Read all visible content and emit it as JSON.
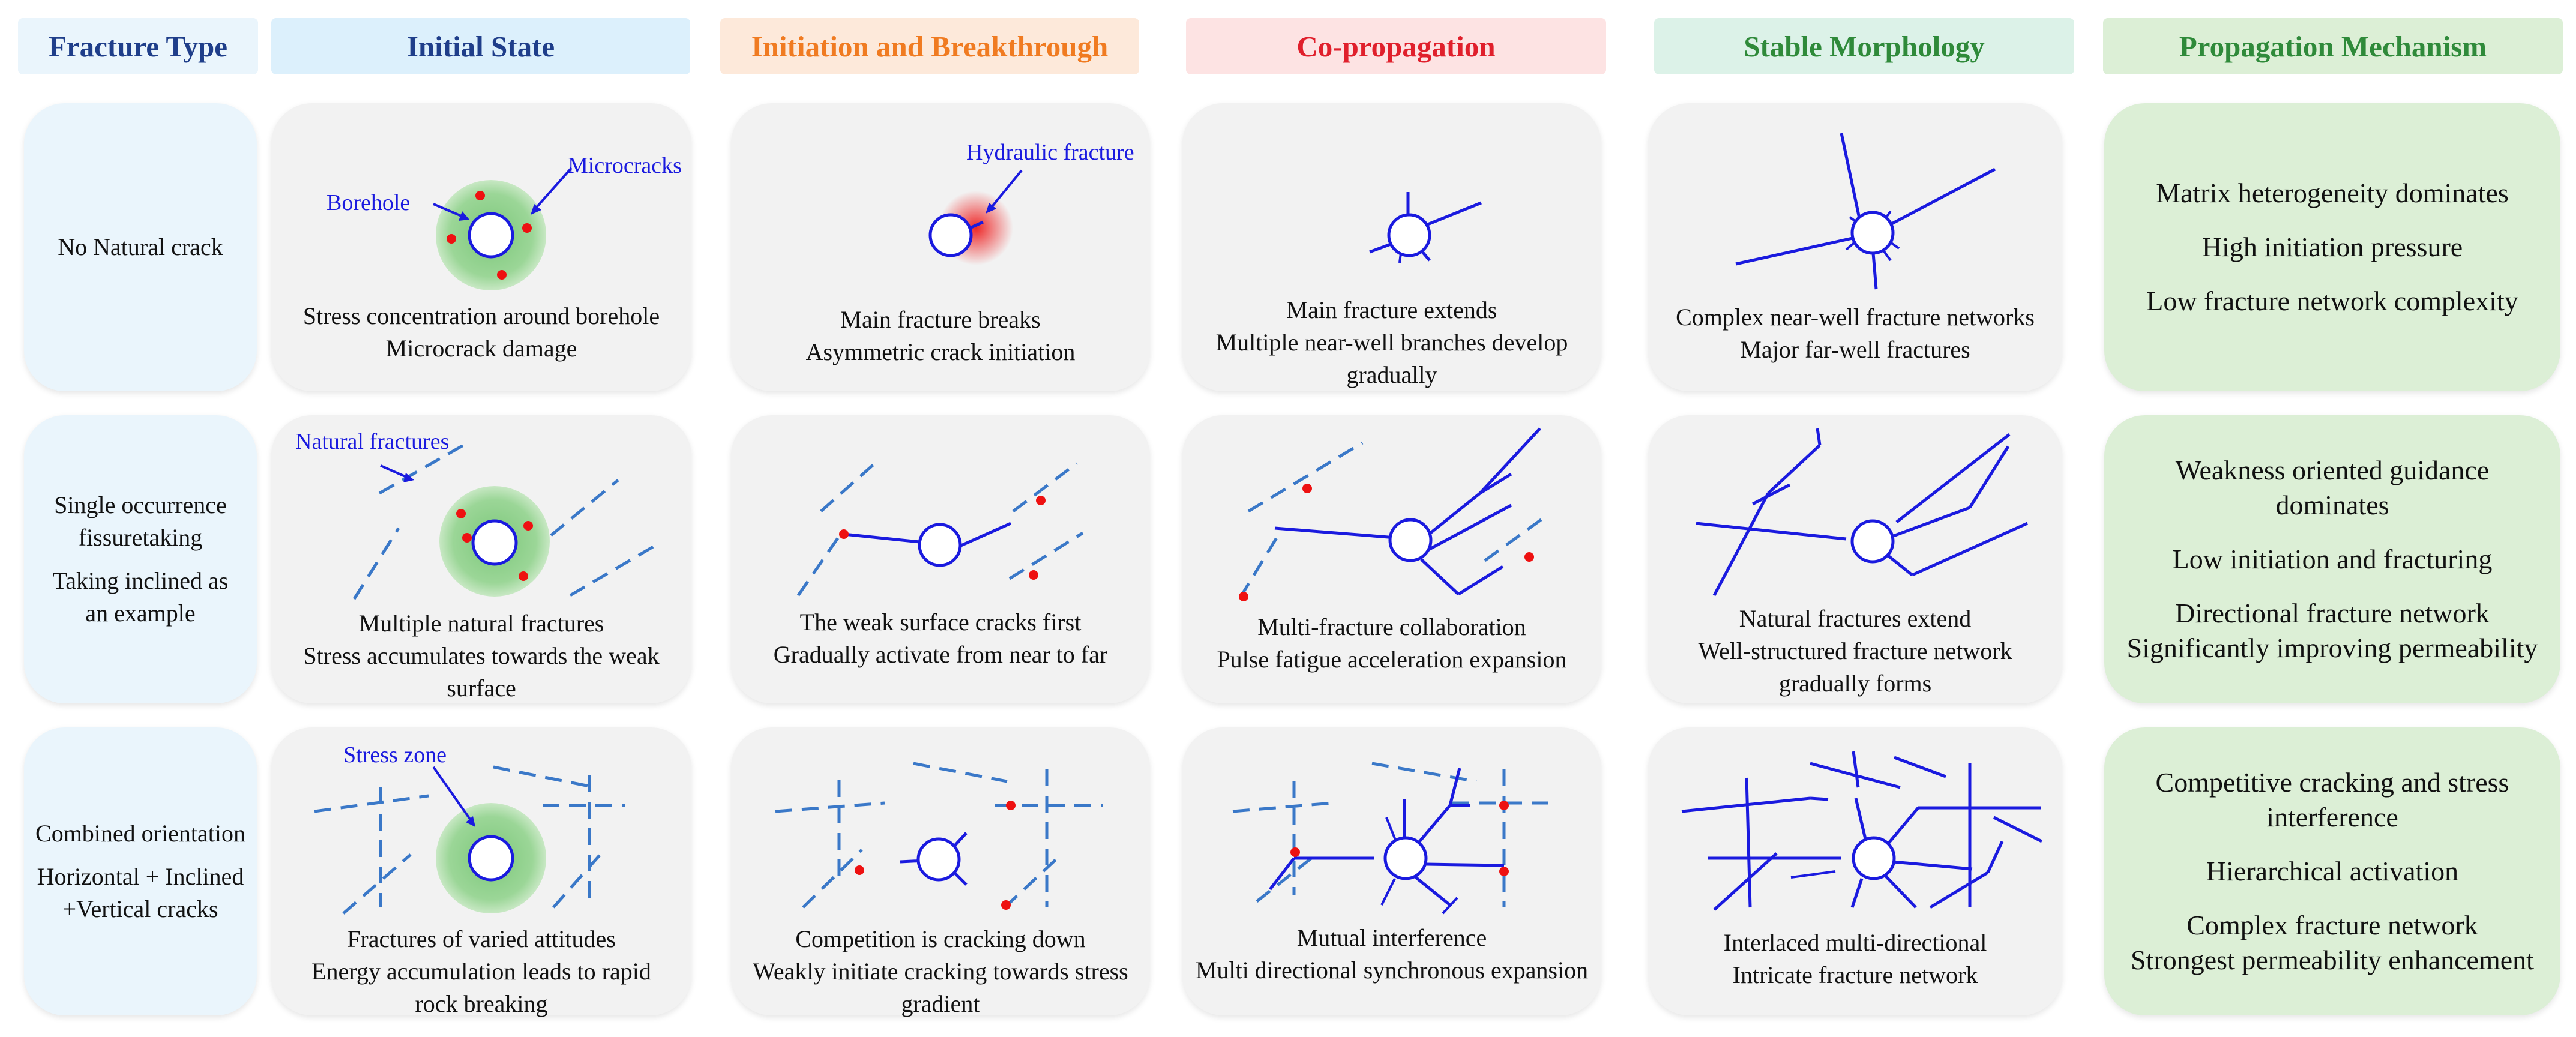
{
  "headers": [
    {
      "label": "Fracture Type",
      "color": "#1f3e8a",
      "bg": "#eaf5fc"
    },
    {
      "label": "Initial State",
      "color": "#1f3e8a",
      "bg": "#dcf0fc"
    },
    {
      "label": "Initiation and Breakthrough",
      "color": "#f07b21",
      "bg": "#fde9da"
    },
    {
      "label": "Co-propagation",
      "color": "#e0202c",
      "bg": "#fde3e3"
    },
    {
      "label": "Stable Morphology",
      "color": "#2f8a3a",
      "bg": "#dcf2e8"
    },
    {
      "label": "Propagation Mechanism",
      "color": "#2f8a3a",
      "bg": "#dcefd6"
    }
  ],
  "rows": [
    {
      "type": [
        "No Natural crack"
      ],
      "cells": [
        [
          "Stress concentration around borehole",
          "Microcrack damage"
        ],
        [
          "Main fracture breaks",
          "Asymmetric  crack initiation"
        ],
        [
          "Main fracture extends",
          "Multiple near-well branches develop",
          "gradually"
        ],
        [
          "Complex near-well fracture networks",
          "Major far-well fractures"
        ]
      ],
      "mechanism": [
        [
          "Matrix heterogeneity dominates"
        ],
        [
          "High  initiation pressure"
        ],
        [
          "Low fracture network complexity"
        ]
      ]
    },
    {
      "type": [
        "Single occurrence",
        "fissuretaking",
        "Taking inclined as",
        "an example"
      ],
      "cells": [
        [
          "Multiple natural fractures",
          "Stress accumulates towards the weak",
          "surface"
        ],
        [
          "The weak surface cracks first",
          "Gradually activate from near to far"
        ],
        [
          "Multi-fracture collaboration",
          "Pulse fatigue acceleration expansion"
        ],
        [
          "Natural fractures extend",
          "Well-structured fracture network",
          "gradually forms"
        ]
      ],
      "mechanism": [
        [
          "Weakness oriented guidance",
          "dominates"
        ],
        [
          "Low initiation and fracturing"
        ],
        [
          "Directional fracture network",
          "Significantly improving permeability"
        ]
      ]
    },
    {
      "type": [
        "Combined orientation",
        "Horizontal + Inclined",
        "+Vertical cracks"
      ],
      "cells": [
        [
          "Fractures of varied attitudes",
          "Energy accumulation leads to rapid",
          "rock breaking"
        ],
        [
          "Competition is cracking down",
          "Weakly initiate cracking towards stress",
          "gradient"
        ],
        [
          "Mutual interference",
          "Multi directional synchronous expansion"
        ],
        [
          "Interlaced multi-directional",
          "Intricate fracture network"
        ]
      ],
      "mechanism": [
        [
          "Competitive cracking and stress",
          "interference"
        ],
        [
          "Hierarchical activation"
        ],
        [
          "Complex fracture network",
          "Strongest permeability enhancement"
        ]
      ]
    }
  ],
  "annotations": {
    "borehole": "Borehole",
    "microcracks": "Microcracks",
    "hydraulic_fracture": "Hydraulic  fracture",
    "natural_fractures": "Natural  fractures",
    "stress_zone": "Stress zone"
  },
  "colors": {
    "fracture_line": "#1a1adf",
    "natural_fracture": "#3a78c8",
    "damage_point": "#ee1111",
    "stress_zone": "#8fd08a",
    "card_bg": "#f2f2f2",
    "annotation_text": "#1a1adf"
  }
}
